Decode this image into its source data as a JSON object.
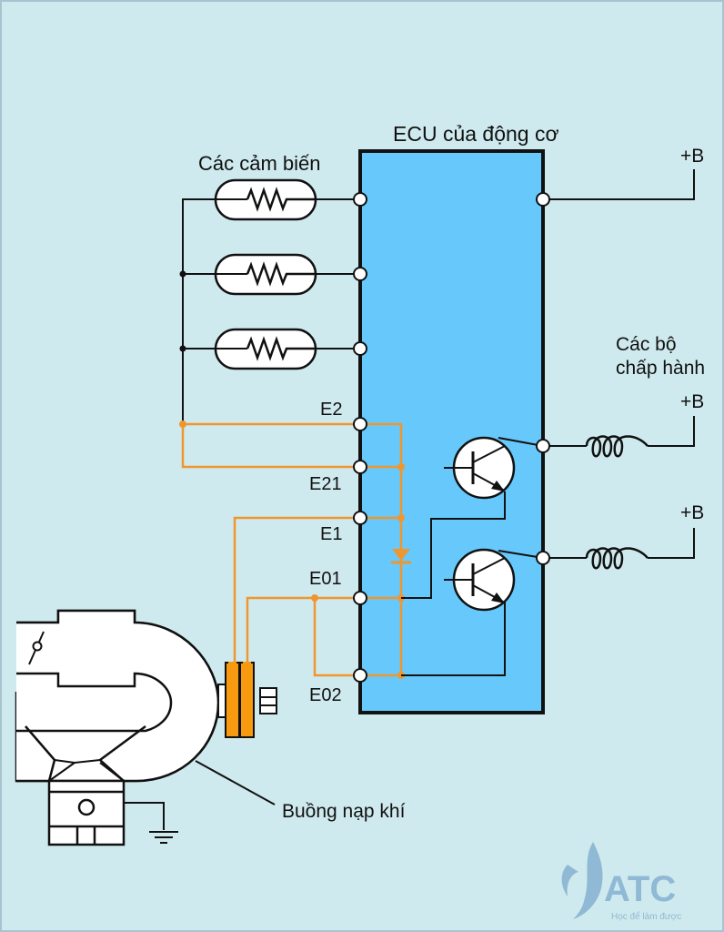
{
  "title": "ECU của động cơ",
  "labels": {
    "sensors": "Các cảm biến",
    "actuators_line1": "Các bộ",
    "actuators_line2": "chấp hành",
    "intake_chamber": "Buồng nạp khí",
    "power_top": "+B",
    "power_act1": "+B",
    "power_act2": "+B"
  },
  "terminals": {
    "e2": "E2",
    "e21": "E21",
    "e1": "E1",
    "e01": "E01",
    "e02": "E02"
  },
  "watermark": {
    "brand": "ATC",
    "slogan": "Học để làm được"
  },
  "colors": {
    "background": "#cfeaee",
    "ecu_fill": "#66c8fb",
    "ground_wire": "#f0962f",
    "connector": "#f79a10",
    "watermark": "#8fb9d4"
  }
}
